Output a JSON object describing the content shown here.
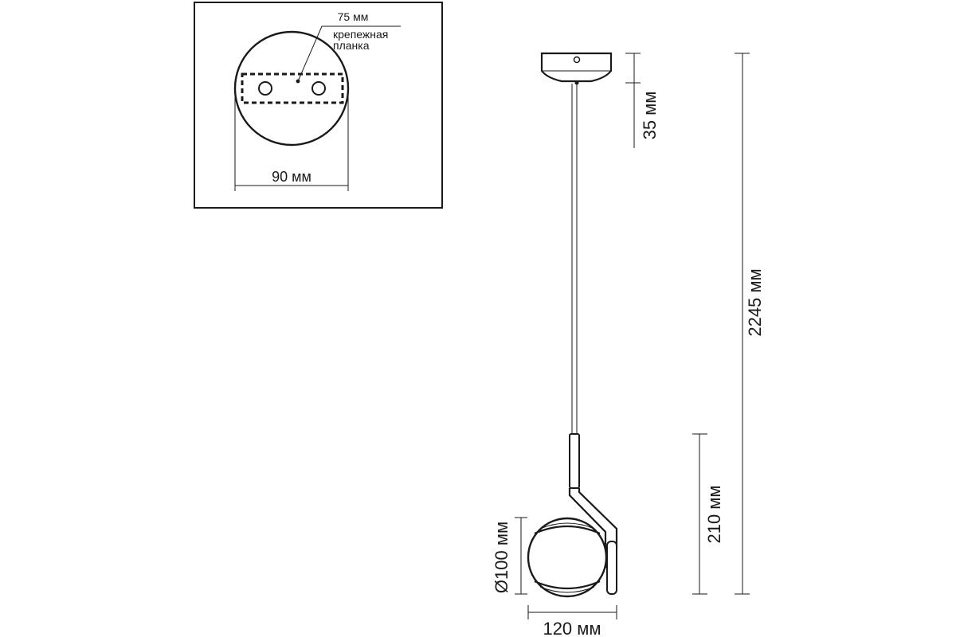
{
  "inset": {
    "plate_width_label": "75 мм",
    "plate_name_label": "крепежная планка",
    "canopy_diameter_label": "90 мм"
  },
  "dimensions": {
    "canopy_height": "35 мм",
    "total_height": "2245 мм",
    "lamp_height": "210 мм",
    "shade_diameter": "Ø100 мм",
    "lamp_width": "120 мм"
  }
}
